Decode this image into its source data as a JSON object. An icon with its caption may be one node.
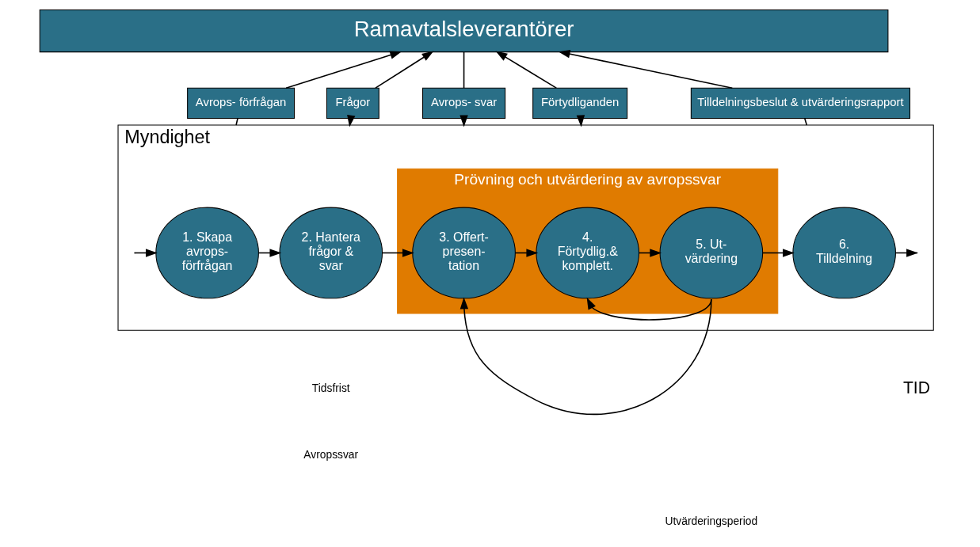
{
  "diagram": {
    "nodes": [
      {
        "text": [
          "Ramavtalsleverantörer"
        ]
      },
      {
        "text": [
          "Myndighet"
        ]
      },
      {
        "text": [
          "Avrops- förfrågan"
        ]
      },
      {
        "text": [
          "Frågor"
        ]
      },
      {
        "text": [
          "Avrops- svar"
        ]
      },
      {
        "text": [
          "Förtydliganden"
        ]
      },
      {
        "text": [
          "Tilldelningsbeslut & utvärderingsrapport"
        ]
      },
      {
        "text": [
          "Prövning och utvärdering av avropssvar"
        ],
        "in": 1
      },
      {
        "text": [
          "1. Skapa avrops- förfrågan"
        ],
        "in": 1
      },
      {
        "text": [
          "2. Hantera frågor & svar"
        ],
        "in": 1
      },
      {
        "text": [
          "3. Offert- presen- tation"
        ],
        "in": 7
      },
      {
        "text": [
          "4. Förtydlig.& komplett."
        ],
        "in": 7
      },
      {
        "text": [
          "5. Ut- värdering"
        ],
        "in": 7
      },
      {
        "text": [
          "6. Tilldelning"
        ],
        "in": 1
      }
    ],
    "edges": [
      {
        "from": 1,
        "to": 2,
        "arrow": "none"
      },
      {
        "from": 2,
        "to": 0,
        "arrow": "to"
      },
      {
        "from": 3,
        "to": 0,
        "arrow": "to"
      },
      {
        "from": 3,
        "to": 1,
        "arrow": "to"
      },
      {
        "from": 0,
        "to": 4,
        "arrow": "none"
      },
      {
        "from": 4,
        "to": 1,
        "arrow": "to"
      },
      {
        "from": 5,
        "to": 0,
        "arrow": "to"
      },
      {
        "from": 5,
        "to": 1,
        "arrow": "to"
      },
      {
        "from": 6,
        "to": 0,
        "arrow": "to"
      },
      {
        "from": 1,
        "to": 6,
        "arrow": "none"
      },
      {
        "from": null,
        "to": 8,
        "arrow": "to"
      },
      {
        "from": 8,
        "to": 9,
        "arrow": "to"
      },
      {
        "from": 9,
        "to": 10,
        "arrow": "to"
      },
      {
        "from": 10,
        "to": 11,
        "arrow": "to"
      },
      {
        "from": 11,
        "to": 12,
        "arrow": "to"
      },
      {
        "from": 12,
        "to": 13,
        "arrow": "to"
      },
      {
        "from": 13,
        "to": null,
        "arrow": "to"
      },
      {
        "from": 12,
        "to": 10,
        "arrow": "to"
      },
      {
        "from": 12,
        "to": 11,
        "arrow": "to"
      }
    ],
    "labels": [
      "Tidsfrist",
      "Utvärderingsperiod",
      "Avropssvar",
      "TID"
    ]
  }
}
